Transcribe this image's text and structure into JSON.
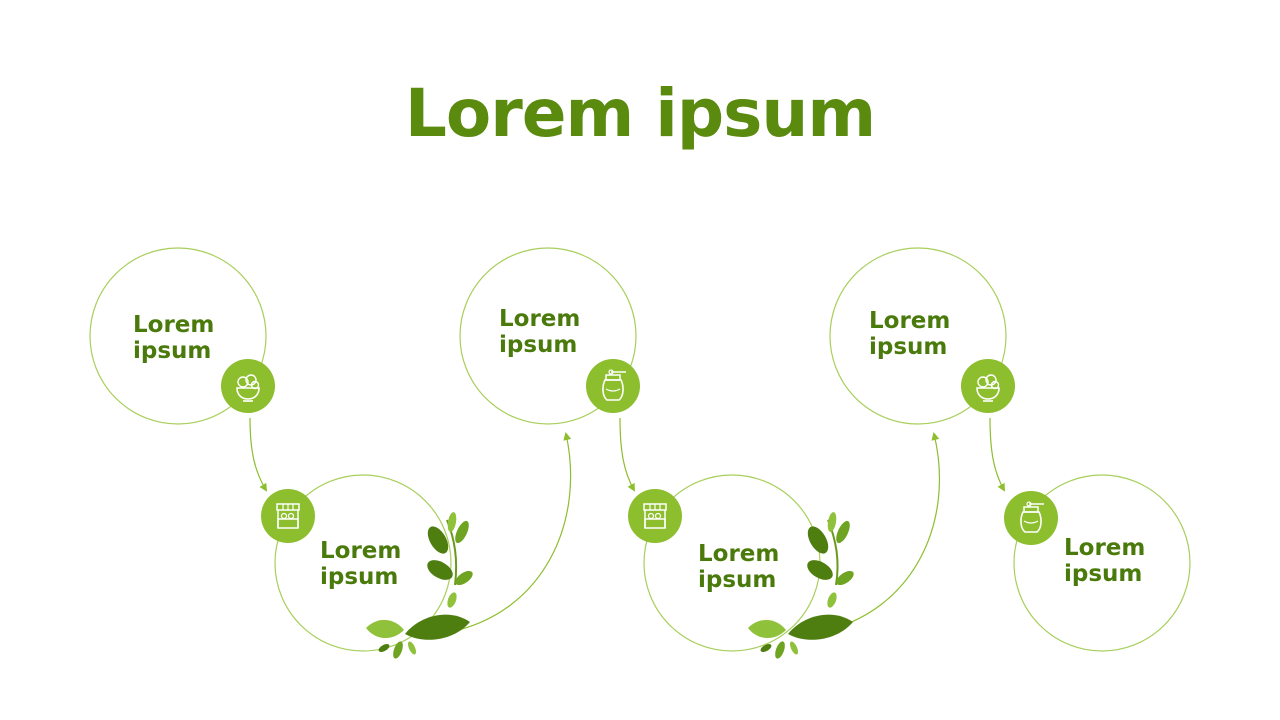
{
  "title": "Lorem ipsum",
  "colors": {
    "title": "#5a8a0e",
    "text": "#4b7a0c",
    "ring": "#9cc44a",
    "badge": "#8dbe2e",
    "leaf_dark": "#4f7e10",
    "leaf_light": "#8fc13a"
  },
  "nodes": [
    {
      "label": "Lorem\nipsum",
      "icon": "salad-bowl-icon"
    },
    {
      "label": "Lorem\nipsum",
      "icon": "market-stall-icon"
    },
    {
      "label": "Lorem\nipsum",
      "icon": "honey-jar-icon"
    },
    {
      "label": "Lorem\nipsum",
      "icon": "market-stall-icon"
    },
    {
      "label": "Lorem\nipsum",
      "icon": "salad-bowl-icon"
    },
    {
      "label": "Lorem\nipsum",
      "icon": "honey-jar-icon"
    }
  ]
}
